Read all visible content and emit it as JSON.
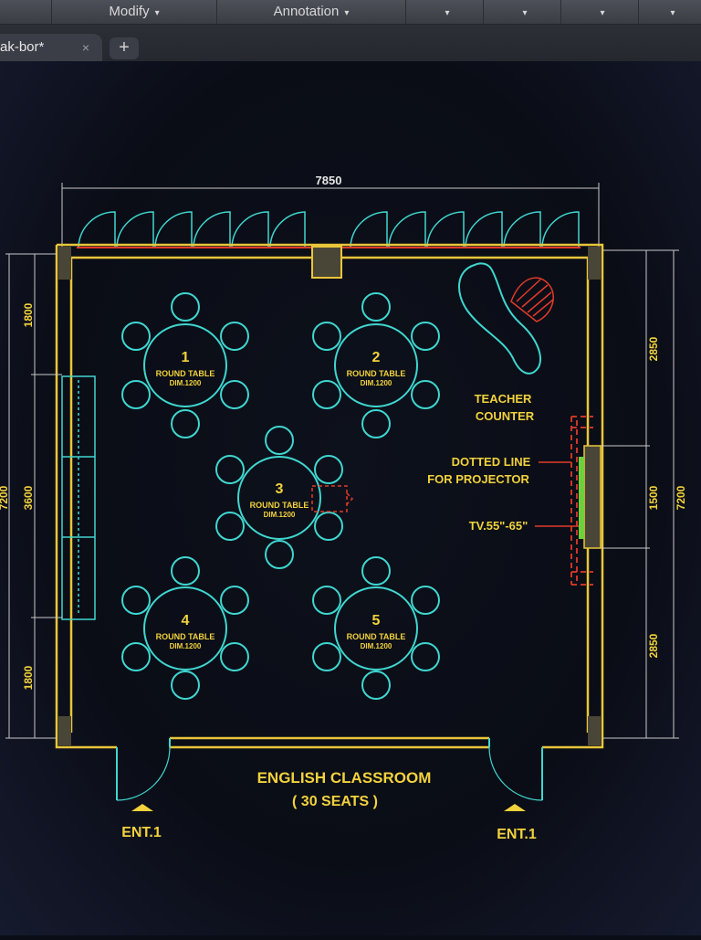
{
  "toolbar": {
    "menus": [
      {
        "label": "Modify",
        "caret": "▾"
      },
      {
        "label": "Annotation",
        "caret": "▾"
      },
      {
        "label": "",
        "caret": "▾"
      },
      {
        "label": "",
        "caret": "▾"
      },
      {
        "label": "",
        "caret": "▾"
      },
      {
        "label": "",
        "caret": "▾"
      }
    ]
  },
  "tabs": {
    "active_tab": "ak-bor*",
    "close_glyph": "×",
    "new_tab_glyph": "+"
  },
  "drawing": {
    "overall_width": "7850",
    "left_dims": {
      "top": "1800",
      "middle": "3600",
      "bottom": "1800",
      "total": "7200"
    },
    "right_dims": {
      "top": "2850",
      "middle": "1500",
      "bottom": "2850",
      "total": "7200"
    },
    "tables": [
      {
        "number": "1",
        "name": "ROUND TABLE",
        "dim": "DIM.1200"
      },
      {
        "number": "2",
        "name": "ROUND TABLE",
        "dim": "DIM.1200"
      },
      {
        "number": "3",
        "name": "ROUND TABLE",
        "dim": "DIM.1200"
      },
      {
        "number": "4",
        "name": "ROUND TABLE",
        "dim": "DIM.1200"
      },
      {
        "number": "5",
        "name": "ROUND TABLE",
        "dim": "DIM.1200"
      }
    ],
    "teacher_counter": [
      "TEACHER",
      "COUNTER"
    ],
    "projector_label": [
      "DOTTED LINE",
      "FOR PROJECTOR"
    ],
    "tv_label": "TV.55\"-65\"",
    "room_title": "ENGLISH CLASSROOM",
    "room_seats": "( 30 SEATS )",
    "entrances": [
      "ENT.1",
      "ENT.1"
    ],
    "colors": {
      "wall": "#e9c63a",
      "furniture": "#3fd6d0",
      "dimension": "#c9c9c9",
      "label": "#f2d23c",
      "marker": "#e23a2a",
      "tv": "#6ed13a"
    }
  }
}
